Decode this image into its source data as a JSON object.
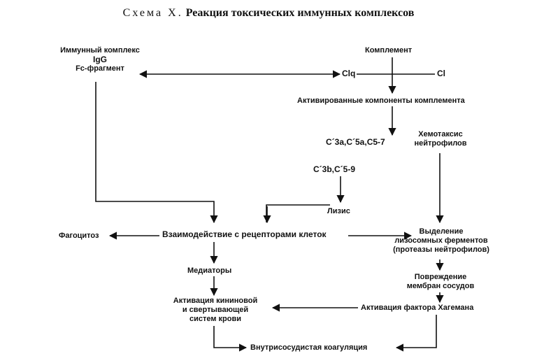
{
  "title": {
    "prefix": "Схема X.",
    "main": "Реакция токсических иммунных комплексов"
  },
  "nodes": {
    "immune_complex": "Иммунный комплекс",
    "igg": "IgG",
    "fc_fragment": "Fc-фрагмент",
    "complement": "Комплемент",
    "c1q": "Clq",
    "c1": "Cl",
    "activated_components": "Активированные компоненты комплемента",
    "c3a_c5a": "C´3a,C´5a,C5-7",
    "c3b_c59": "C´3b,C´5-9",
    "chemotaxis_line1": "Хемотаксис",
    "chemotaxis_line2": "нейтрофилов",
    "lysis": "Лизис",
    "phagocytosis": "Фагоцитоз",
    "interaction": "Взаимодействие с рецепторами клеток",
    "release_line1": "Выделение",
    "release_line2": "лизосомных ферментов",
    "release_line3": "(протеазы нейтрофилов)",
    "mediators": "Медиаторы",
    "damage_line1": "Повреждение",
    "damage_line2": "мембран сосудов",
    "kinin_line1": "Активация кининовой",
    "kinin_line2": "и свертывающей",
    "kinin_line3": "систем крови",
    "hageman": "Активация фактора Хагемана",
    "coagulation": "Внутрисосудистая коагуляция"
  }
}
